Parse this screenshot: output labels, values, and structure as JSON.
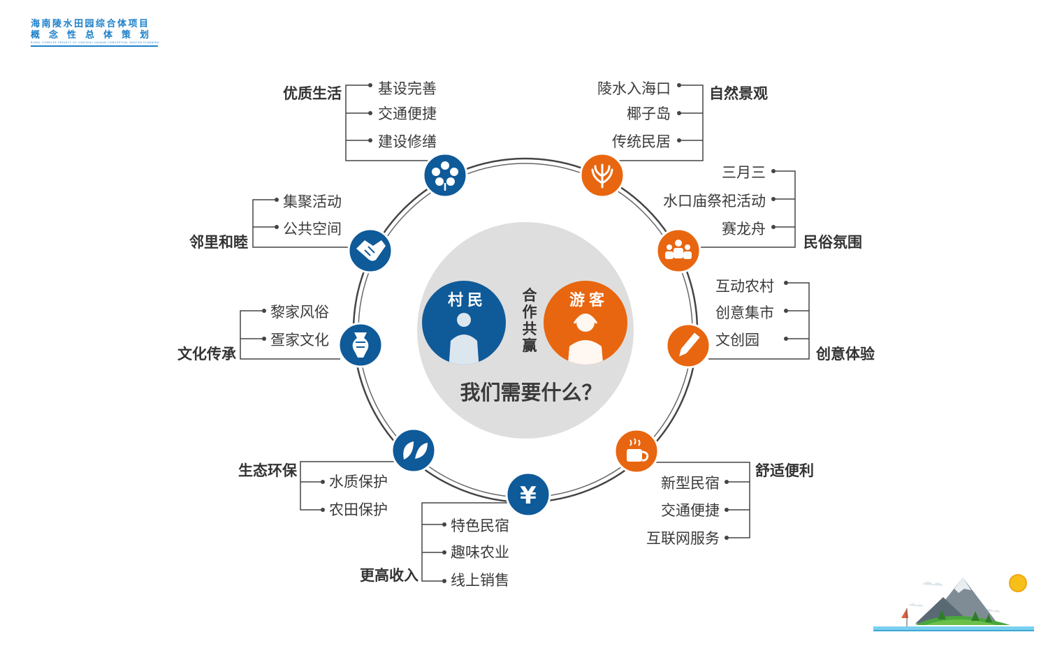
{
  "header": {
    "title_line1": "海南陵水田园综合体项目",
    "title_line2": "概念性总体策划",
    "title_line3": "RURAL COMPLEX PROJECT OF LINGSHUI HAINAN CONCEPTUAL MASTER PLANNING"
  },
  "center": {
    "villager": "村民",
    "tourist": "游客",
    "cooperation": "合作共赢",
    "question": "我们需要什么？"
  },
  "colors": {
    "blue": "#0f5a99",
    "orange": "#e8660f",
    "center_bg": "#dedede",
    "ring": "#444444"
  },
  "categories": {
    "quality_life": {
      "label": "优质生活",
      "icon": "flower-icon",
      "items": [
        "基设完善",
        "交通便捷",
        "建设修缮"
      ]
    },
    "natural_scenery": {
      "label": "自然景观",
      "icon": "plant-icon",
      "items": [
        "陵水入海口",
        "椰子岛",
        "传统民居"
      ]
    },
    "folk_atmosphere": {
      "label": "民俗氛围",
      "icon": "people-icon",
      "items": [
        "三月三",
        "水口庙祭祀活动",
        "赛龙舟"
      ]
    },
    "creative_experience": {
      "label": "创意体验",
      "icon": "pencil-icon",
      "items": [
        "互动农村",
        "创意集市",
        "文创园"
      ]
    },
    "comfort_convenience": {
      "label": "舒适便利",
      "icon": "cup-icon",
      "items": [
        "新型民宿",
        "交通便捷",
        "互联网服务"
      ]
    },
    "higher_income": {
      "label": "更高收入",
      "icon": "yen-icon",
      "items": [
        "特色民宿",
        "趣味农业",
        "线上销售"
      ]
    },
    "ecology": {
      "label": "生态环保",
      "icon": "leaf-icon",
      "items": [
        "水质保护",
        "农田保护"
      ]
    },
    "culture": {
      "label": "文化传承",
      "icon": "vase-icon",
      "items": [
        "黎家风俗",
        "疍家文化"
      ]
    },
    "neighbors": {
      "label": "邻里和睦",
      "icon": "handshake-icon",
      "items": [
        "集聚活动",
        "公共空间"
      ]
    }
  }
}
